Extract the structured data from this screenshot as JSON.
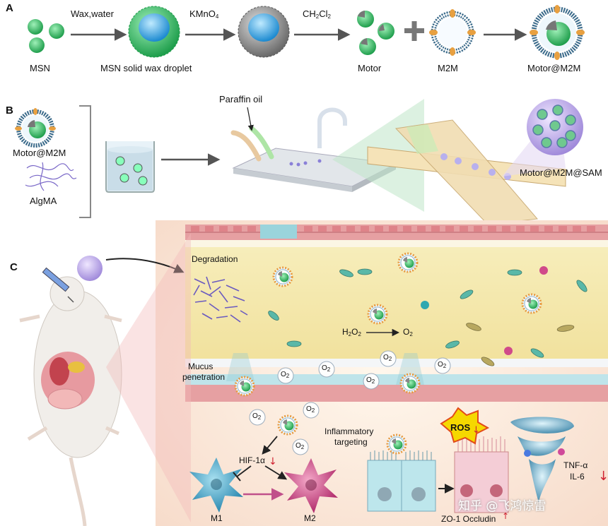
{
  "panel_a": {
    "label": "A",
    "arrow1": "Wax,water",
    "arrow2": "KMnO",
    "arrow2_sub": "4",
    "arrow3": "CH",
    "arrow3_sub1": "2",
    "arrow3_mid": "Cl",
    "arrow3_sub2": "2",
    "items": [
      "MSN",
      "MSN solid wax droplet",
      "Motor",
      "M2M",
      "Motor@M2M"
    ]
  },
  "panel_b": {
    "label": "B",
    "paraffin": "Paraffin oil",
    "left_items": [
      "Motor@M2M",
      "AlgMA"
    ],
    "product": "Motor@M2M@SAM"
  },
  "panel_c": {
    "label": "C",
    "degradation": "Degradation",
    "h2o2": "H",
    "h2o2_s1": "2",
    "h2o2_m": "O",
    "h2o2_s2": "2",
    "o2": "O",
    "o2_s": "2",
    "mucus": "Mucus",
    "penetration": "penetration",
    "inflammatory": "Inflammatory",
    "targeting": "targeting",
    "ros": "ROS",
    "hif": "HIF-1α",
    "m1": "M1",
    "m2": "M2",
    "zo1": "ZO-1 Occludin",
    "tnf": "TNF-α",
    "il6": "IL-6",
    "watermark": "知乎 @飞鸿惊雷"
  },
  "colors": {
    "msn_green": "#3cc86a",
    "wax_blue": "#3ab0e8",
    "membrane_orange": "#e8a040",
    "tissue_pink": "#d9707a",
    "lumen_yellow": "#f5e8a8",
    "arrow_gray": "#555555",
    "down_red": "#d02030"
  }
}
